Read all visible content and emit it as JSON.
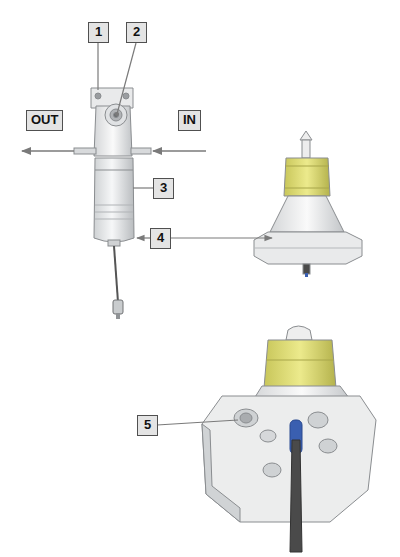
{
  "diagram": {
    "labels": [
      "1",
      "2",
      "OUT",
      "IN",
      "3",
      "4",
      "5"
    ]
  }
}
